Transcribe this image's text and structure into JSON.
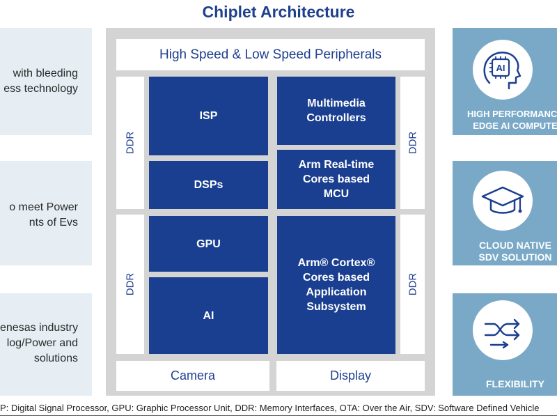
{
  "title": "Chiplet Architecture",
  "left_panels": [
    {
      "lines": [
        "with bleeding",
        "ess technology"
      ]
    },
    {
      "lines": [
        "o meet Power",
        "nts of Evs"
      ]
    },
    {
      "lines": [
        "enesas industry",
        "log/Power and",
        "solutions"
      ]
    }
  ],
  "diagram": {
    "peripherals": "High Speed & Low Speed Peripherals",
    "ddr_label": "DDR",
    "blocks": {
      "isp": "ISP",
      "dsps": "DSPs",
      "gpu": "GPU",
      "ai": "AI",
      "multimedia": [
        "Multimedia",
        "Controllers"
      ],
      "mcu": [
        "Arm  Real-time",
        "Cores based",
        "MCU"
      ],
      "app": [
        "Arm® Cortex®",
        "Cores based",
        "Application",
        "Subsystem"
      ]
    },
    "camera": "Camera",
    "display": "Display"
  },
  "right_panels": [
    {
      "icon": "ai-brain-icon",
      "icon_text": "AI",
      "lines": [
        "HIGH PERFORMANCE",
        "EDGE AI COMPUTE"
      ]
    },
    {
      "icon": "graduation-cap-icon",
      "lines": [
        "CLOUD NATIVE",
        "SDV SOLUTION"
      ]
    },
    {
      "icon": "flexible-arrows-icon",
      "lines": [
        "FLEXIBILITY"
      ]
    }
  ],
  "colors": {
    "navy": "#1a3f90",
    "teal_panel": "#7aa9c7",
    "light_panel": "#e6eef3"
  },
  "footer": "P: Digital Signal Processor, GPU: Graphic Processor Unit, DDR: Memory Interfaces, OTA: Over the Air, SDV: Software Defined Vehicle"
}
